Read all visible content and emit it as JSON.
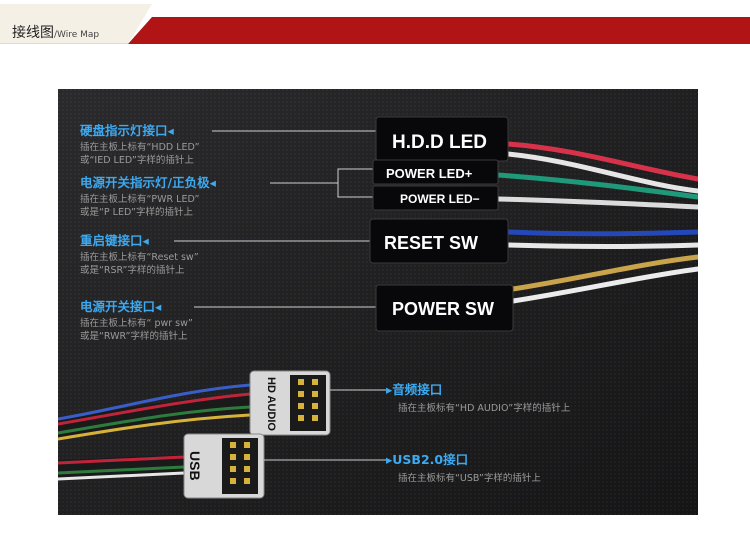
{
  "header": {
    "title_cn": "接线图",
    "title_en": "/Wire Map",
    "accent_color": "#b01414"
  },
  "connectors": {
    "hdd": "H.D.D LED",
    "pwr_led_plus": "POWER LED+",
    "pwr_led_minus": "POWER LED−",
    "reset": "RESET SW",
    "power": "POWER SW",
    "hd_audio": "HD AUDIO",
    "usb": "USB"
  },
  "labels": [
    {
      "title": "硬盘指示灯接口◂",
      "line1": "插在主板上标有“HDD LED”",
      "line2": "或“IED LED”字样的插针上"
    },
    {
      "title": "电源开关指示灯/正负极◂",
      "line1": "插在主板上标有“PWR LED”",
      "line2": "或是“P LED”字样的插针上"
    },
    {
      "title": "重启键接口◂",
      "line1": "插在主板上标有“Reset sw”",
      "line2": "或是“RSR”字样的插针上"
    },
    {
      "title": "电源开关接口◂",
      "line1": "插在主板上标有“ pwr sw”",
      "line2": "或是“RWR”字样的插针上"
    },
    {
      "title": "▸音频接口",
      "line1": "插在主板标有“HD AUDIO”字样的插针上"
    },
    {
      "title": "▸USB2.0接口",
      "line1": "插在主板标有“USB”字样的插针上"
    }
  ]
}
